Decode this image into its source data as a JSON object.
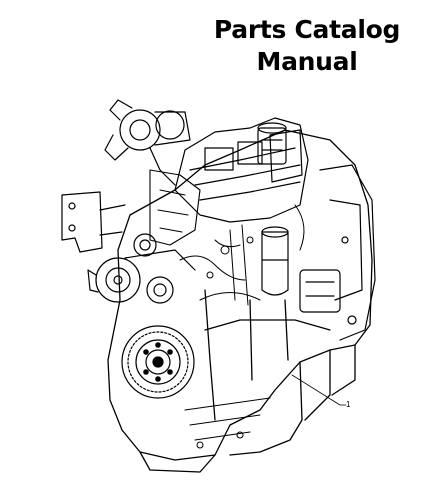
{
  "title": {
    "line1": "Parts Catalog",
    "line2": "Manual"
  },
  "illustration": {
    "subject": "engine-line-drawing",
    "callout_label": "1"
  },
  "colors": {
    "background": "#ffffff",
    "ink": "#000000"
  }
}
